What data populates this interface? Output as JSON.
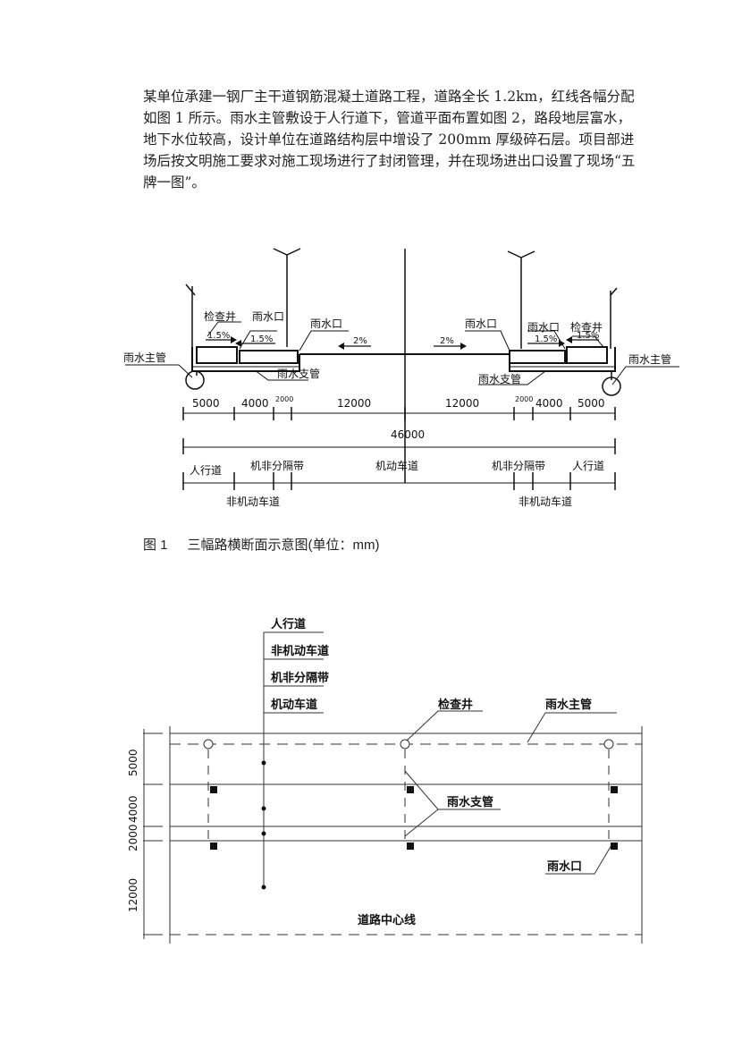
{
  "document": {
    "paragraph": "某单位承建一钢厂主干道钢筋混凝土道路工程，道路全长 1.2km，红线各幅分配如图 1 所示。雨水主管敷设于人行道下，管道平面布置如图 2，路段地层富水，地下水位较高，设计单位在道路结构层中增设了 200mm 厚级碎石层。项目部进场后按文明施工要求对施工现场进行了封闭管理，并在现场进出口设置了现场“五牌一图”。"
  },
  "figure1": {
    "caption_num": "图 1",
    "caption_text": "三幅路横断面示意图(单位：mm)",
    "labels": {
      "main_pipe": "雨水主管",
      "manhole": "检查井",
      "inlet": "雨水口",
      "branch_pipe": "雨水支管",
      "slope_side": "1.5%",
      "slope_center": "2%"
    },
    "dims": [
      "5000",
      "4000",
      "2000",
      "12000",
      "12000",
      "2000",
      "4000",
      "5000"
    ],
    "total": "46000",
    "zones": {
      "sidewalk": "人行道",
      "bike_lane": "非机动车道",
      "separator": "机非分隔带",
      "motor_lane": "机动车道"
    }
  },
  "figure2": {
    "legend": [
      "人行道",
      "非机动车道",
      "机非分隔带",
      "机动车道"
    ],
    "labels": {
      "manhole": "检查井",
      "main_pipe": "雨水主管",
      "branch_pipe": "雨水支管",
      "inlet": "雨水口",
      "centerline": "道路中心线"
    },
    "dims": [
      "5000",
      "4000",
      "2000",
      "12000"
    ]
  }
}
